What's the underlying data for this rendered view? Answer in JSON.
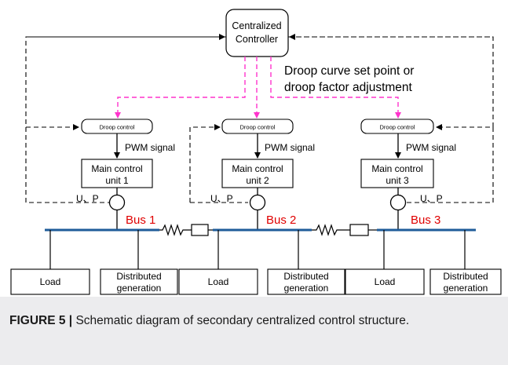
{
  "diagram": {
    "controller_label_line1": "Centralized",
    "controller_label_line2": "Controller",
    "annotation_line1": "Droop curve set point or",
    "annotation_line2": "droop factor adjustment",
    "droop_control_label": "Droop control",
    "pwm_signal_label": "PWM signal",
    "measure_label": "U、P",
    "units": [
      {
        "label_line1": "Main control",
        "label_line2": "unit 1",
        "bus": "Bus 1"
      },
      {
        "label_line1": "Main control",
        "label_line2": "unit 2",
        "bus": "Bus 2"
      },
      {
        "label_line1": "Main control",
        "label_line2": "unit 3",
        "bus": "Bus 3"
      }
    ],
    "load_label": "Load",
    "dg_label_line1": "Distributed",
    "dg_label_line2": "generation",
    "colors": {
      "bus_line": "#1f5c99",
      "droop_command": "#ff33cc",
      "bus_label": "#e00000",
      "caption_bg": "#ececee"
    }
  },
  "caption": {
    "figure_label": "FIGURE 5 |",
    "text": "Schematic diagram of secondary centralized control structure."
  }
}
